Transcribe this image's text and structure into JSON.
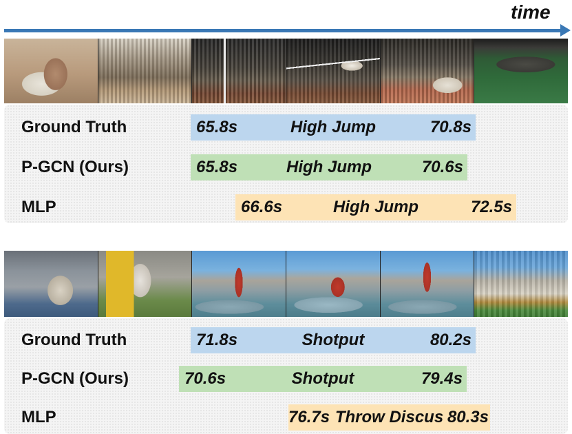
{
  "header": {
    "time_label": "time"
  },
  "groups": [
    {
      "frames": [
        "frame-crouching-athlete",
        "frame-stadium-crowd",
        "frame-high-jump-bar",
        "frame-high-jump-clear",
        "frame-landing",
        "frame-stadium-field"
      ],
      "rows": [
        {
          "label": "Ground Truth",
          "start": "65.8s",
          "action": "High Jump",
          "end": "70.8s",
          "color": "#bcd6ee"
        },
        {
          "label": "P-GCN (Ours)",
          "start": "65.8s",
          "action": "High Jump",
          "end": "70.6s",
          "color": "#bfe0b6"
        },
        {
          "label": "MLP",
          "start": "66.6s",
          "action": "High Jump",
          "end": "72.5s",
          "color": "#fde3b5"
        }
      ]
    },
    {
      "frames": [
        "frame-athlete-bag",
        "frame-athlete-prepare",
        "frame-shotput-ring",
        "frame-shotput-crouch",
        "frame-shotput-throw",
        "frame-empty-stadium"
      ],
      "rows": [
        {
          "label": "Ground Truth",
          "start": "71.8s",
          "action": "Shotput",
          "end": "80.2s",
          "color": "#bcd6ee"
        },
        {
          "label": "P-GCN (Ours)",
          "start": "70.6s",
          "action": "Shotput",
          "end": "79.4s",
          "color": "#bfe0b6"
        },
        {
          "label": "MLP",
          "start": "76.7s",
          "action": "Throw Discus",
          "end": "80.3s",
          "color": "#fde3b5"
        }
      ]
    }
  ]
}
